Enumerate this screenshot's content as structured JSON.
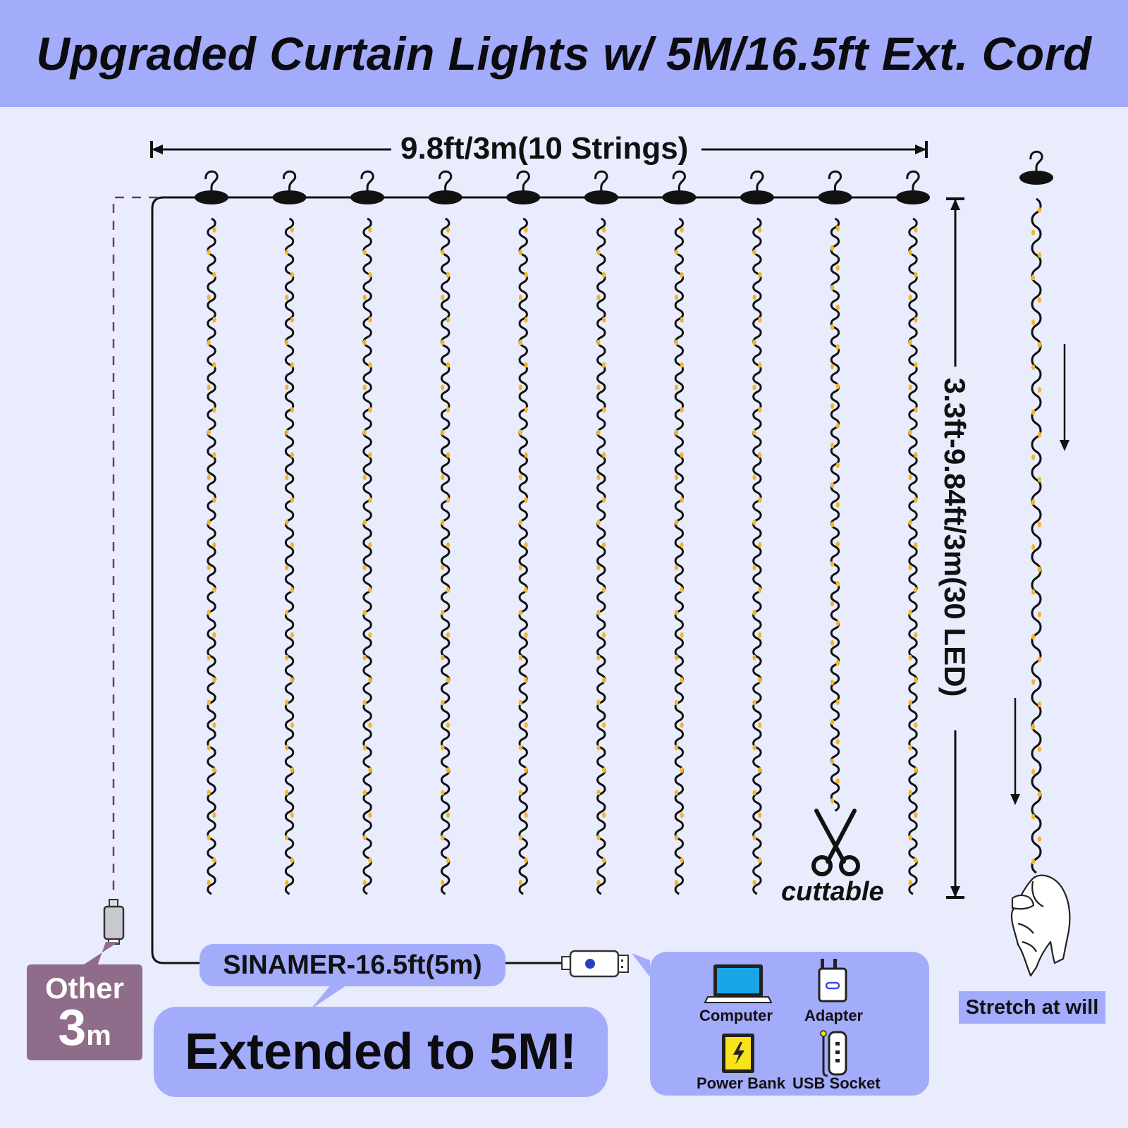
{
  "banner": {
    "title": "Upgraded Curtain Lights w/ 5M/16.5ft Ext. Cord"
  },
  "dimensions": {
    "width_label": "9.8ft/3m(10 Strings)",
    "height_label": "3.3ft-9.84ft/3m(30 LED)",
    "string_count": 10,
    "leds_per_string": 30
  },
  "cuttable_label": "cuttable",
  "cord": {
    "model_label": "SINAMER-16.5ft(5m)"
  },
  "callout": {
    "extended_label": "Extended to 5M!"
  },
  "other": {
    "label": "Other",
    "value": "3",
    "unit": "m"
  },
  "power_sources": {
    "computer": "Computer",
    "adapter": "Adapter",
    "power_bank": "Power Bank",
    "usb_socket": "USB Socket"
  },
  "stretch_label": "Stretch at will",
  "colors": {
    "banner": "#a3abfb",
    "background": "#e9ecfc",
    "led": "#f3b62b",
    "other_box": "#8f6c8a",
    "screen": "#1aa6e6",
    "power_bank": "#f7e21c"
  }
}
